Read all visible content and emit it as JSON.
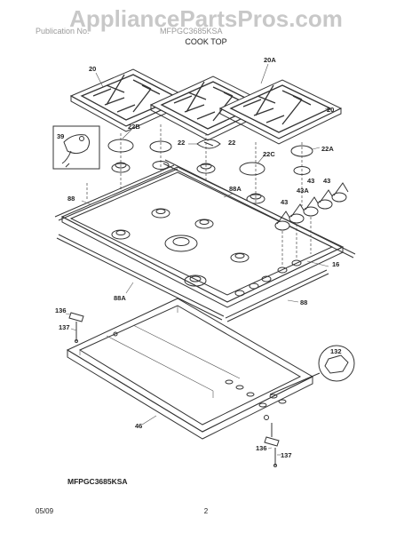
{
  "watermark": "AppliancePartsPros.com",
  "header_partial": "Publication No.",
  "header_partial_right": "MFPGC3685KSA",
  "section_title": "COOK TOP",
  "model_number": "MFPGC3685KSA",
  "footer_date": "05/09",
  "page_number": "2",
  "callouts": {
    "c20_left": "20",
    "c20a": "20A",
    "c20_right": "20",
    "c39": "39",
    "c22b": "22B",
    "c22_left": "22",
    "c22_right": "22",
    "c22c": "22C",
    "c22a": "22A",
    "c88_top": "88",
    "c88a_top": "88A",
    "c43_a": "43",
    "c43a": "43A",
    "c43_b": "43",
    "c43_c": "43",
    "c16": "16",
    "c88a_bottom": "88A",
    "c88_bottom": "88",
    "c136_top": "136",
    "c137_top": "137",
    "c132": "132",
    "c46": "46",
    "c136_bottom": "136",
    "c137_bottom": "137"
  }
}
